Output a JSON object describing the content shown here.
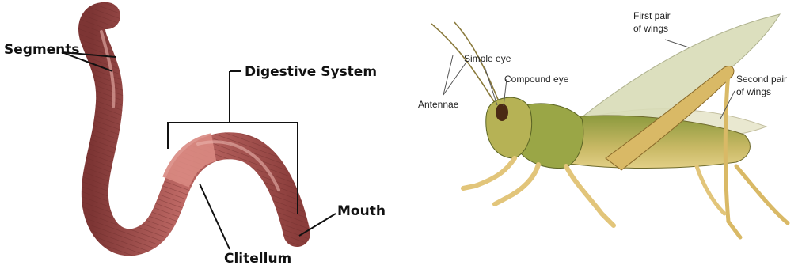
{
  "earthworm": {
    "labels": {
      "segments": "Segments",
      "digestive_system": "Digestive System",
      "clitellum": "Clitellum",
      "mouth": "Mouth"
    },
    "colors": {
      "body": "#b5605e",
      "body_dark": "#7d3534",
      "clitellum": "#d98a82",
      "line": "#111111"
    }
  },
  "grasshopper": {
    "labels": {
      "antennae": "Antennae",
      "simple_eye": "Simple eye",
      "compound_eye": "Compound eye",
      "first_pair_line1": "First pair",
      "first_pair_line2": "of wings",
      "second_pair_line1": "Second pair",
      "second_pair_line2": "of wings"
    },
    "colors": {
      "body": "#b9b45a",
      "body_dark": "#6e7a2c",
      "legs": "#e2c57a",
      "wing": "#dcdcb8",
      "eye": "#4a2a14",
      "line": "#555555"
    }
  }
}
